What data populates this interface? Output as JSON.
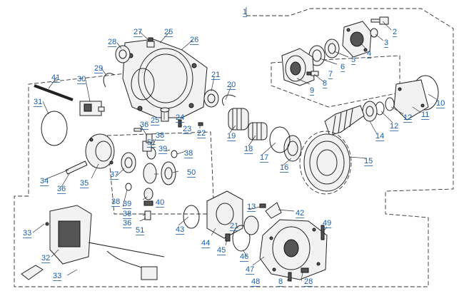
{
  "diagram": {
    "callouts": [
      {
        "id": "c1",
        "text": "1"
      },
      {
        "id": "c2",
        "text": "2"
      },
      {
        "id": "c3",
        "text": "3"
      },
      {
        "id": "c4",
        "text": "4"
      },
      {
        "id": "c5",
        "text": "5"
      },
      {
        "id": "c6",
        "text": "6"
      },
      {
        "id": "c7",
        "text": "7"
      },
      {
        "id": "c8a",
        "text": "8"
      },
      {
        "id": "c9",
        "text": "9"
      },
      {
        "id": "c10",
        "text": "10"
      },
      {
        "id": "c11",
        "text": "11"
      },
      {
        "id": "c12a",
        "text": "12"
      },
      {
        "id": "c12b",
        "text": "12"
      },
      {
        "id": "c13",
        "text": "13"
      },
      {
        "id": "c14",
        "text": "14"
      },
      {
        "id": "c15",
        "text": "15"
      },
      {
        "id": "c16",
        "text": "16"
      },
      {
        "id": "c17",
        "text": "17"
      },
      {
        "id": "c18",
        "text": "18"
      },
      {
        "id": "c19",
        "text": "19"
      },
      {
        "id": "c20",
        "text": "20"
      },
      {
        "id": "c21a",
        "text": "21"
      },
      {
        "id": "c21b",
        "text": "21"
      },
      {
        "id": "c22",
        "text": "22"
      },
      {
        "id": "c23",
        "text": "23"
      },
      {
        "id": "c24",
        "text": "24"
      },
      {
        "id": "c25a",
        "text": "25"
      },
      {
        "id": "c25b",
        "text": "25"
      },
      {
        "id": "c26",
        "text": "26"
      },
      {
        "id": "c27",
        "text": "27"
      },
      {
        "id": "c28a",
        "text": "28"
      },
      {
        "id": "c28b",
        "text": "28"
      },
      {
        "id": "c29",
        "text": "29"
      },
      {
        "id": "c30",
        "text": "30"
      },
      {
        "id": "c31",
        "text": "31"
      },
      {
        "id": "c32",
        "text": "32"
      },
      {
        "id": "c33a",
        "text": "33"
      },
      {
        "id": "c33b",
        "text": "33"
      },
      {
        "id": "c34",
        "text": "34"
      },
      {
        "id": "c35",
        "text": "35"
      },
      {
        "id": "c36a",
        "text": "36"
      },
      {
        "id": "c36b",
        "text": "36"
      },
      {
        "id": "c36c",
        "text": "36"
      },
      {
        "id": "c37",
        "text": "37"
      },
      {
        "id": "c38a",
        "text": "38"
      },
      {
        "id": "c38b",
        "text": "38"
      },
      {
        "id": "c38c",
        "text": "38"
      },
      {
        "id": "c38d",
        "text": "38"
      },
      {
        "id": "c39a",
        "text": "39"
      },
      {
        "id": "c39b",
        "text": "39"
      },
      {
        "id": "c40",
        "text": "40"
      },
      {
        "id": "c41",
        "text": "41"
      },
      {
        "id": "c42",
        "text": "42"
      },
      {
        "id": "c43",
        "text": "43"
      },
      {
        "id": "c44",
        "text": "44"
      },
      {
        "id": "c45",
        "text": "45"
      },
      {
        "id": "c46",
        "text": "46"
      },
      {
        "id": "c47",
        "text": "47"
      },
      {
        "id": "c48",
        "text": "48"
      },
      {
        "id": "c49",
        "text": "49"
      },
      {
        "id": "c50",
        "text": "50"
      },
      {
        "id": "c51a",
        "text": "51"
      },
      {
        "id": "c51b",
        "text": "51"
      },
      {
        "id": "c8b",
        "text": "8"
      }
    ]
  },
  "colors": {
    "callout": "#1a5fa8",
    "line": "#222222",
    "background": "#ffffff"
  }
}
